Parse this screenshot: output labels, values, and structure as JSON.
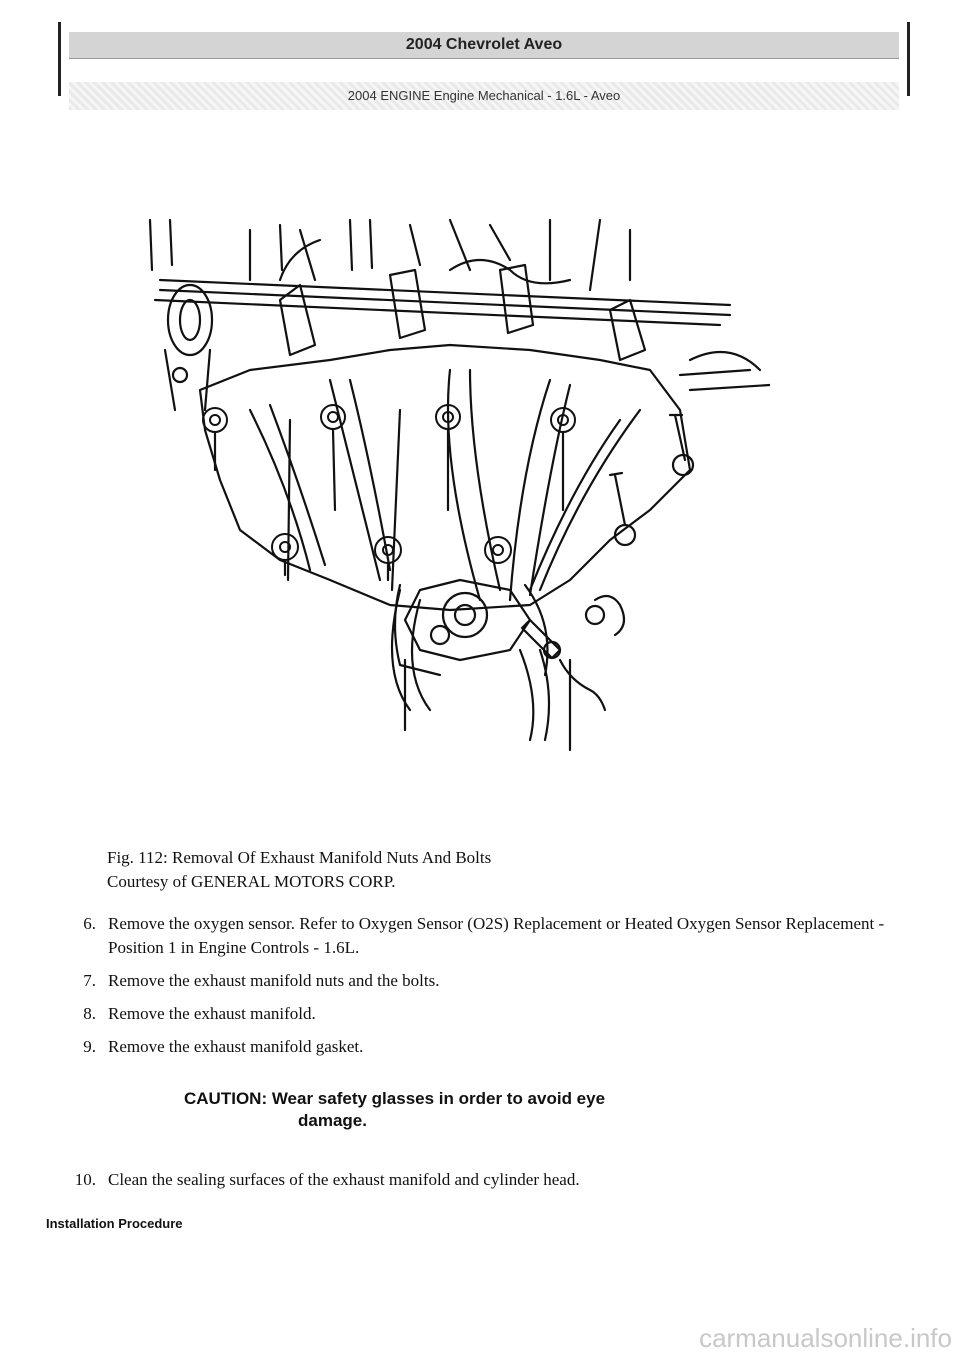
{
  "header": {
    "title": "2004 Chevrolet Aveo",
    "subtitle": "2004 ENGINE Engine Mechanical - 1.6L - Aveo"
  },
  "figure": {
    "caption_line1": "Fig. 112: Removal Of Exhaust Manifold Nuts And Bolts",
    "caption_line2": "Courtesy of GENERAL MOTORS CORP."
  },
  "steps": [
    {
      "num": "6.",
      "text": "Remove the oxygen sensor. Refer to Oxygen Sensor (O2S) Replacement or Heated Oxygen Sensor Replacement - Position 1 in Engine Controls - 1.6L."
    },
    {
      "num": "7.",
      "text": "Remove the exhaust manifold nuts and the bolts."
    },
    {
      "num": "8.",
      "text": "Remove the exhaust manifold."
    },
    {
      "num": "9.",
      "text": "Remove the exhaust manifold gasket."
    }
  ],
  "caution": {
    "line1": "CAUTION: Wear safety glasses in order to avoid eye",
    "line2": "damage."
  },
  "step10": {
    "num": "10.",
    "text": "Clean the sealing surfaces of the exhaust manifold and cylinder head."
  },
  "section_heading": "Installation Procedure",
  "watermark": "carmanualsonline.info"
}
